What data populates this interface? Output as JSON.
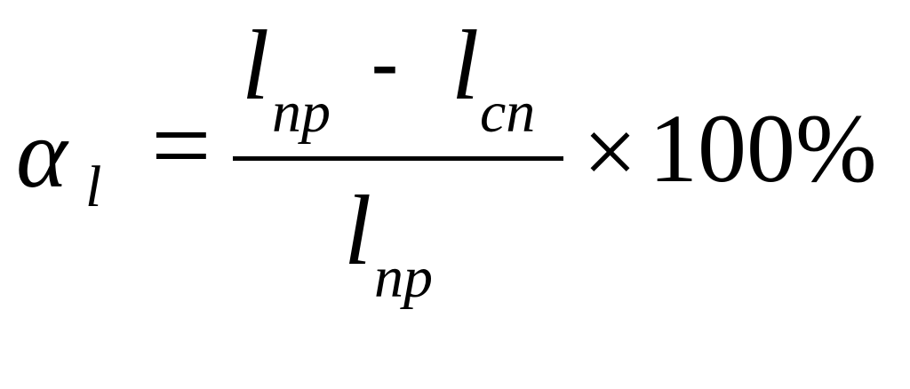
{
  "formula": {
    "lhs_symbol": "α",
    "lhs_subscript": "l",
    "equals": "=",
    "numerator": {
      "term1_symbol": "l",
      "term1_subscript": "np",
      "operator": "-",
      "term2_symbol": "l",
      "term2_subscript": "cn"
    },
    "denominator": {
      "symbol": "l",
      "subscript": "np"
    },
    "multiply": "×",
    "factor": "100%"
  }
}
